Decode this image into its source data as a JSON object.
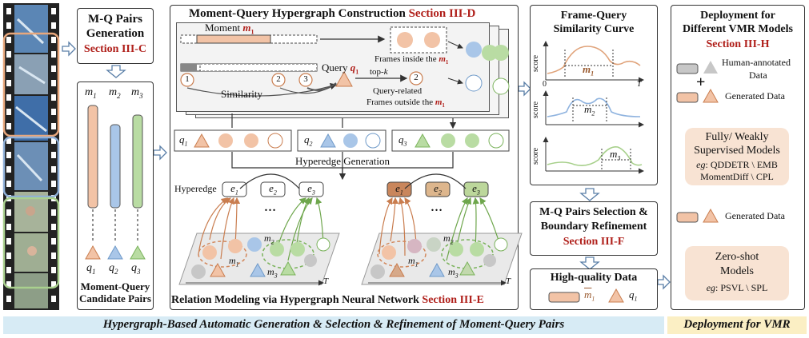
{
  "colors": {
    "orange": "#f2c3a6",
    "orange_stroke": "#d2875b",
    "blue": "#a9c6e8",
    "blue_stroke": "#6f9ac9",
    "green": "#b9dca3",
    "green_stroke": "#7bb35c",
    "gray": "#c7c7c7",
    "banner_left": "#d7ebf5",
    "banner_right": "#fbefc4",
    "peach_panel": "#f8e3d3",
    "section_red": "#b0201b"
  },
  "pairs": {
    "title": "M-Q Pairs",
    "title2": "Generation",
    "section": "Section III-C",
    "m1": "m",
    "m1_sub": "1",
    "m2": "m",
    "m2_sub": "2",
    "m3": "m",
    "m3_sub": "3",
    "q1": "q",
    "q1_sub": "1",
    "q2": "q",
    "q2_sub": "2",
    "q3": "q",
    "q3_sub": "3",
    "caption1": "Moment-Query",
    "caption2": "Candidate Pairs"
  },
  "construction": {
    "title": "Moment-Query Hypergraph Construction",
    "section": "Section III-D",
    "moment_label": "Moment",
    "moment_var": "m",
    "moment_sub": "1",
    "query_label": "Query",
    "query_var": "q",
    "query_sub": "1",
    "similarity": "Similarity",
    "topk": "top-",
    "topk_k": "k",
    "frames_inside": "Frames inside the",
    "frames_inside_var": "m",
    "frames_inside_sub": "1",
    "query_related": "Query-related",
    "frames_outside": "Frames outside the",
    "frames_outside_var": "m",
    "frames_outside_sub": "1",
    "n1": "1",
    "n2": "2",
    "n3": "3",
    "n2b": "2"
  },
  "hyperedge": {
    "generation": "Hyperedge  Generation",
    "row_q1": "q",
    "row_q1_sub": "1",
    "row_q2": "q",
    "row_q2_sub": "2",
    "row_q3": "q",
    "row_q3_sub": "3"
  },
  "relation": {
    "hyperedge_label": "Hyperedge",
    "e1": "e",
    "e1_sub": "1",
    "e2": "e",
    "e2_sub": "2",
    "e3": "e",
    "e3_sub": "3",
    "dots": "…",
    "m1": "m",
    "m1_sub": "1",
    "m2": "m",
    "m2_sub": "2",
    "m3": "m",
    "m3_sub": "3",
    "t": "T",
    "title": "Relation Modeling via Hypergraph Neural Network",
    "section": "Section III-E"
  },
  "curve": {
    "title1": "Frame-Query",
    "title2": "Similarity Curve",
    "score": "score",
    "zero": "0",
    "t": "T",
    "m1": "m",
    "m1_sub": "1",
    "m2": "m",
    "m2_sub": "2",
    "m3": "m",
    "m3_sub": "3"
  },
  "selection": {
    "title1": "M-Q Pairs Selection &",
    "title2": "Boundary Refinement",
    "section": "Section III-F"
  },
  "hq": {
    "title": "High-quality Data",
    "m_hat": "m",
    "m_hat_sub": "1",
    "q": "q",
    "q_sub": "1"
  },
  "deploy": {
    "title1": "Deployment for",
    "title2": "Different VMR Models",
    "section": "Section III-H",
    "human1": "Human-annotated",
    "human2": "Data",
    "plus": "+",
    "generated": "Generated Data",
    "fully1": "Fully/ Weakly",
    "fully2": "Supervised Models",
    "fully_eg": "eg",
    "fully_eg_rest": ": QDDETR \\ EMB",
    "fully_eg2": "MomentDiff \\ CPL",
    "generated2": "Generated Data",
    "zero1": "Zero-shot",
    "zero2": "Models",
    "zero_eg": "eg",
    "zero_eg_rest": ": PSVL \\ SPL"
  },
  "banner": {
    "left": "Hypergraph-Based Automatic Generation & Selection & Refinement of Moment-Query Pairs",
    "right": "Deployment for VMR"
  }
}
